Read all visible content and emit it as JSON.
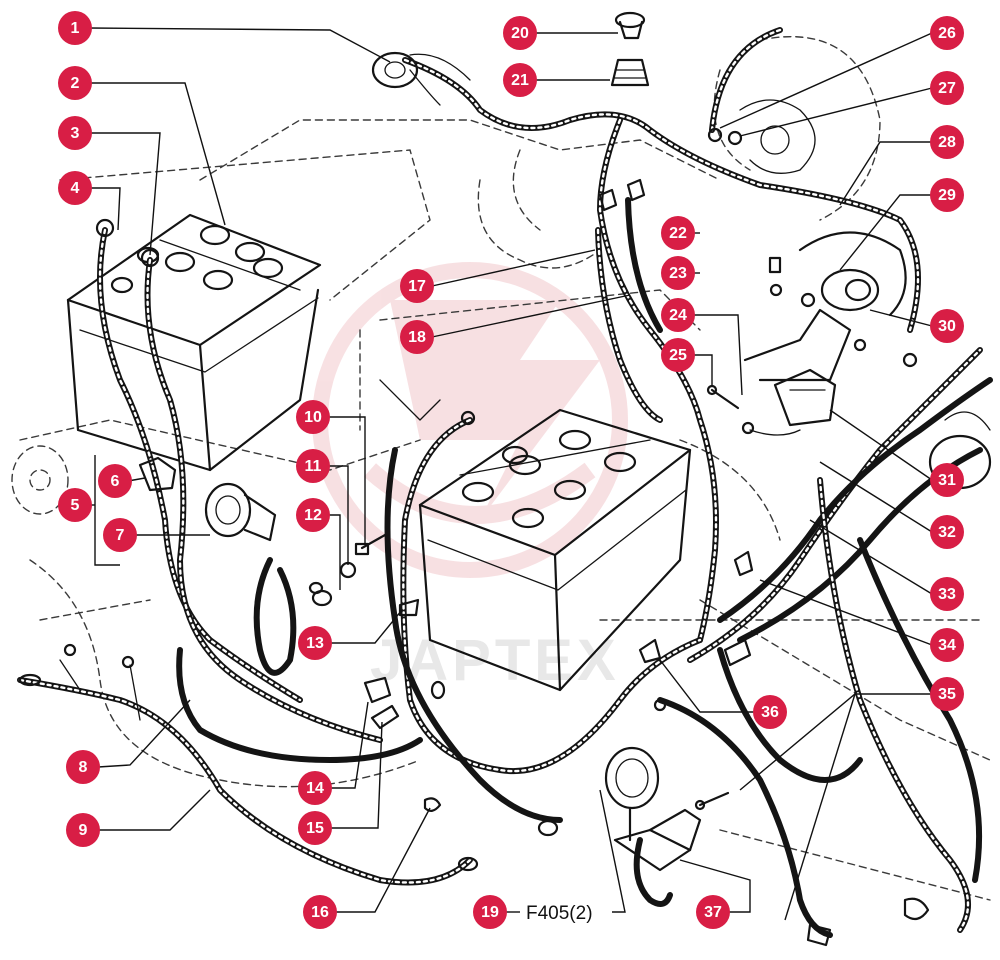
{
  "diagram": {
    "callouts": [
      "1",
      "2",
      "3",
      "4",
      "5",
      "6",
      "7",
      "8",
      "9",
      "10",
      "11",
      "12",
      "13",
      "14",
      "15",
      "16",
      "17",
      "18",
      "19",
      "20",
      "21",
      "22",
      "23",
      "24",
      "25",
      "26",
      "27",
      "28",
      "29",
      "30",
      "31",
      "32",
      "33",
      "34",
      "35",
      "36",
      "37"
    ],
    "figure_code": "F405(2)",
    "watermark": "JAPTEX",
    "colors": {
      "badge": "#d81e45",
      "ink": "#141414",
      "watermark": "#f2c8cc"
    }
  }
}
